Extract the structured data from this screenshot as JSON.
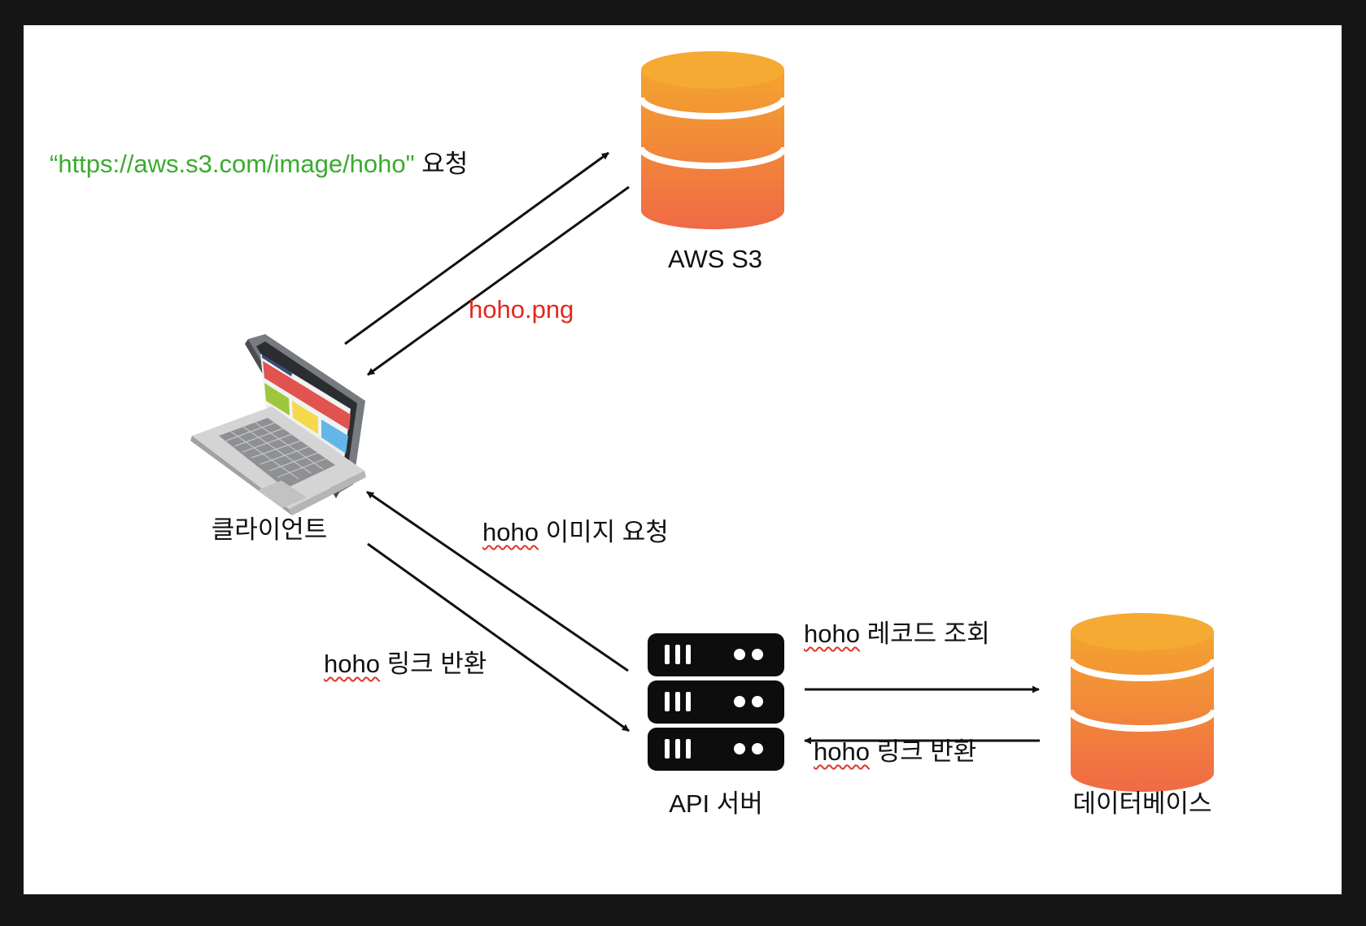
{
  "nodes": {
    "s3": {
      "label": "AWS S3",
      "icon": "database-cylinder-icon"
    },
    "client": {
      "label": "클라이언트",
      "icon": "laptop-icon"
    },
    "api": {
      "label": "API 서버",
      "icon": "server-stack-icon"
    },
    "db": {
      "label": "데이터베이스",
      "icon": "database-cylinder-icon"
    }
  },
  "edges": {
    "client_to_s3": {
      "url": "“https://aws.s3.com/image/hoho\"",
      "suffix": " 요청"
    },
    "s3_to_client": {
      "label": "hoho.png"
    },
    "client_to_api": {
      "word": "hoho",
      "rest": " 이미지 요청"
    },
    "api_to_client": {
      "word": "hoho",
      "rest": " 링크 반환"
    },
    "api_to_db": {
      "word": "hoho",
      "rest": " 레코드 조회"
    },
    "db_to_api": {
      "word": "hoho",
      "rest": " 링크 반환"
    }
  },
  "colors": {
    "url_green": "#3aab2e",
    "response_red": "#e4281f",
    "db_top": "#f4a42f",
    "db_bottom": "#ef6a45",
    "server": "#0d0d0d",
    "arrow": "#111111"
  }
}
